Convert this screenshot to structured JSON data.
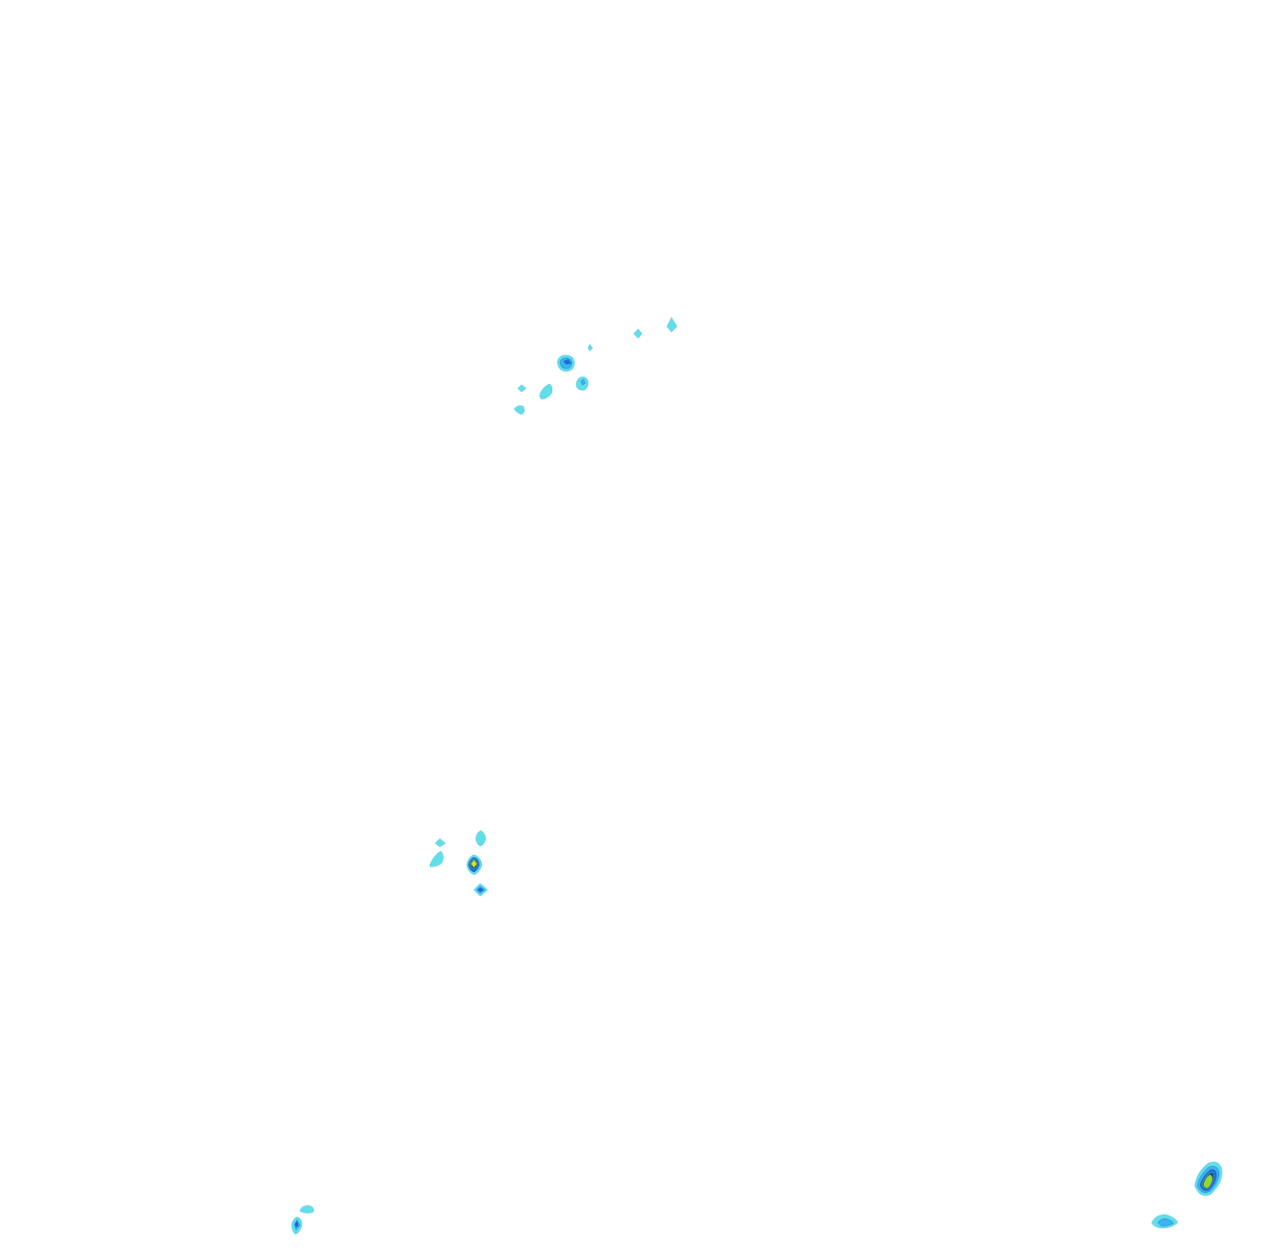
{
  "palette": {
    "background": "#ffffff",
    "level_1": "#5ee0e6",
    "level_2": "#3db4f0",
    "level_3": "#1a6fe0",
    "level_4": "#0d3fa8",
    "level_5": "#8ddc2f",
    "level_6": "#d8e61a"
  },
  "blobs": [
    {
      "id": "north-a",
      "peak_level": 3
    },
    {
      "id": "north-b",
      "peak_level": 2
    },
    {
      "id": "north-c",
      "peak_level": 1
    },
    {
      "id": "north-d",
      "peak_level": 1
    },
    {
      "id": "north-e",
      "peak_level": 1
    },
    {
      "id": "north-f",
      "peak_level": 1
    },
    {
      "id": "north-g",
      "peak_level": 1
    },
    {
      "id": "north-h",
      "peak_level": 1
    },
    {
      "id": "center-a",
      "peak_level": 6
    },
    {
      "id": "center-b",
      "peak_level": 3
    },
    {
      "id": "center-c",
      "peak_level": 1
    },
    {
      "id": "center-d",
      "peak_level": 1
    },
    {
      "id": "center-e",
      "peak_level": 1
    },
    {
      "id": "southwest-a",
      "peak_level": 3
    },
    {
      "id": "southwest-b",
      "peak_level": 1
    },
    {
      "id": "southeast-a",
      "peak_level": 5
    },
    {
      "id": "southeast-b",
      "peak_level": 2
    }
  ]
}
